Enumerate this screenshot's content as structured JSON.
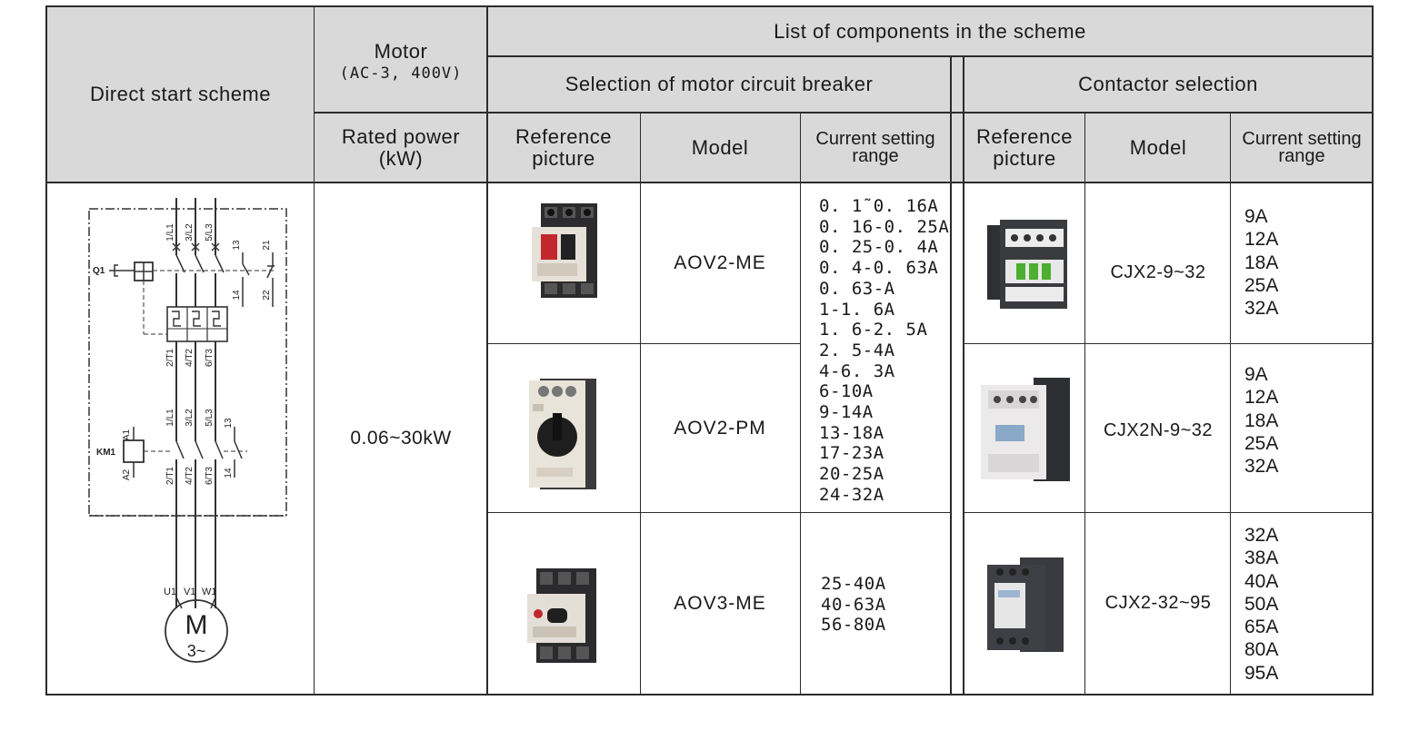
{
  "header": {
    "scheme": "Direct start scheme",
    "motor_title": "Motor",
    "motor_sub": "(AC-3, 400V)",
    "components": "List of components in the scheme",
    "breaker_group": "Selection of motor circuit breaker",
    "contactor_group": "Contactor selection",
    "rated_power_1": "Rated power",
    "rated_power_2": "(kW)",
    "ref_pic_1": "Reference",
    "ref_pic_2": "picture",
    "model": "Model",
    "current_1": "Current setting",
    "current_2": "range"
  },
  "rated_power_value": "0.06~30kW",
  "schematic": {
    "q1": "Q1",
    "km1": "KM1",
    "a1": "A1",
    "a2": "A2",
    "top_terms": [
      "1/L1",
      "3/L2",
      "5/L3",
      "13",
      "21"
    ],
    "aux_bottom": [
      "14",
      "22"
    ],
    "mid_terms": [
      "2/T1",
      "4/T2",
      "6/T3"
    ],
    "km_terms_top": [
      "1/L1",
      "3/L2",
      "5/L3",
      "13"
    ],
    "km_terms_bottom": [
      "2/T1",
      "4/T2",
      "6/T3",
      "14"
    ],
    "motor_terms": [
      "U1",
      "V1",
      "W1"
    ],
    "motor_letter": "M",
    "motor_phase": "3~"
  },
  "breakers": [
    {
      "model": "AOV2-ME"
    },
    {
      "model": "AOV2-PM"
    },
    {
      "model": "AOV3-ME"
    }
  ],
  "breaker_ranges_a": [
    "0. 1˜0. 16A",
    "0. 16-0. 25A",
    "0. 25-0. 4A",
    "0. 4-0. 63A",
    "0. 63-A",
    "1-1. 6A",
    "1. 6-2. 5A",
    "2. 5-4A",
    "4-6. 3A",
    "6-10A",
    "9-14A",
    "13-18A",
    "17-23A",
    "20-25A",
    "24-32A"
  ],
  "breaker_ranges_b": [
    "25-40A",
    "40-63A",
    "56-80A"
  ],
  "contactors": [
    {
      "model": "CJX2-9~32",
      "ranges": [
        "9A",
        "12A",
        "18A",
        "25A",
        "32A"
      ]
    },
    {
      "model": "CJX2N-9~32",
      "ranges": [
        "9A",
        "12A",
        "18A",
        "25A",
        "32A"
      ]
    },
    {
      "model": "CJX2-32~95",
      "ranges": [
        "32A",
        "38A",
        "40A",
        "50A",
        "65A",
        "80A",
        "95A"
      ]
    }
  ]
}
